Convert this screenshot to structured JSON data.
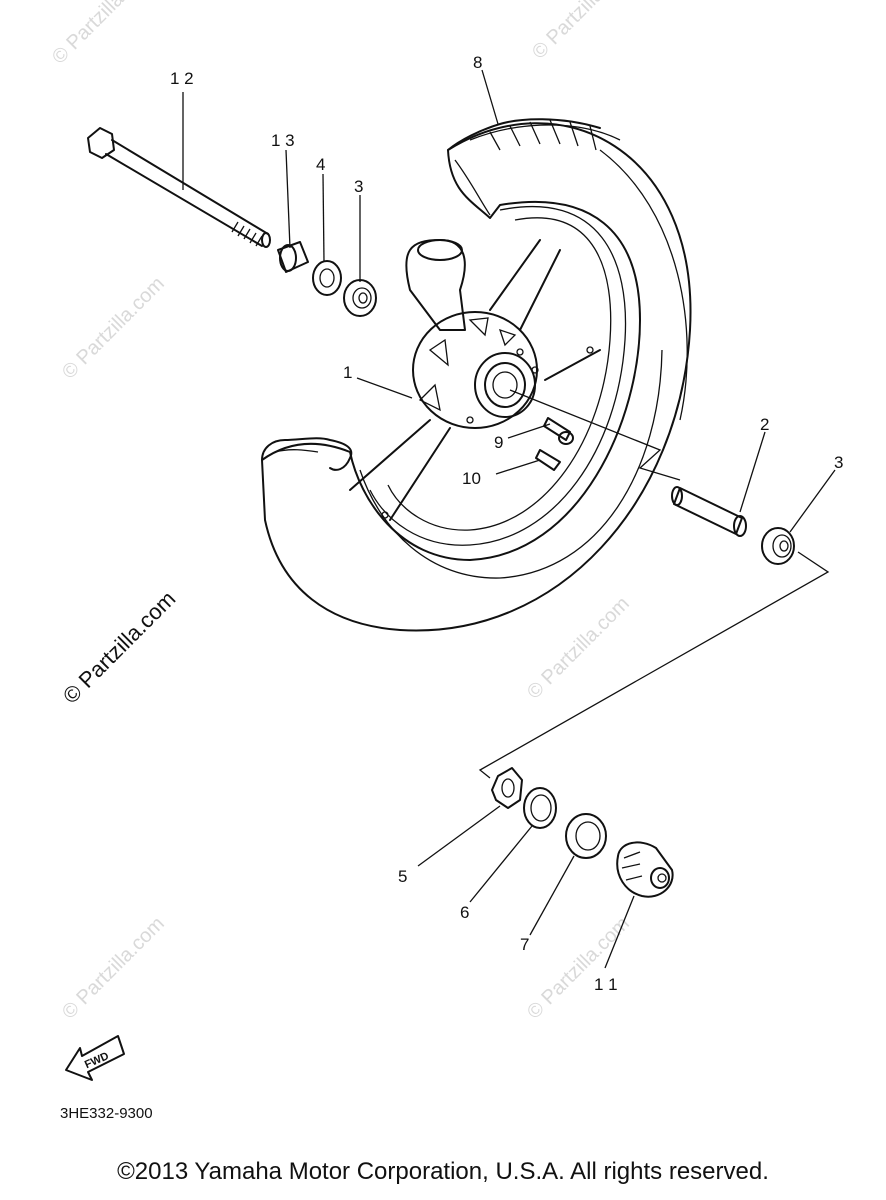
{
  "callouts": {
    "c1": "1",
    "c2": "2",
    "c3a": "3",
    "c3b": "3",
    "c4": "4",
    "c5": "5",
    "c6": "6",
    "c7": "7",
    "c8": "8",
    "c9": "9",
    "c10": "10",
    "c11": "1 1",
    "c12": "1 2",
    "c13": "1 3"
  },
  "watermark": "© Partzilla.com",
  "fwd_label": "FWD",
  "reference_code": "3HE332-9300",
  "copyright": "©2013 Yamaha Motor Corporation, U.S.A. All rights reserved.",
  "colors": {
    "line": "#111111",
    "watermark": "#d9d9d9",
    "background": "#ffffff"
  }
}
